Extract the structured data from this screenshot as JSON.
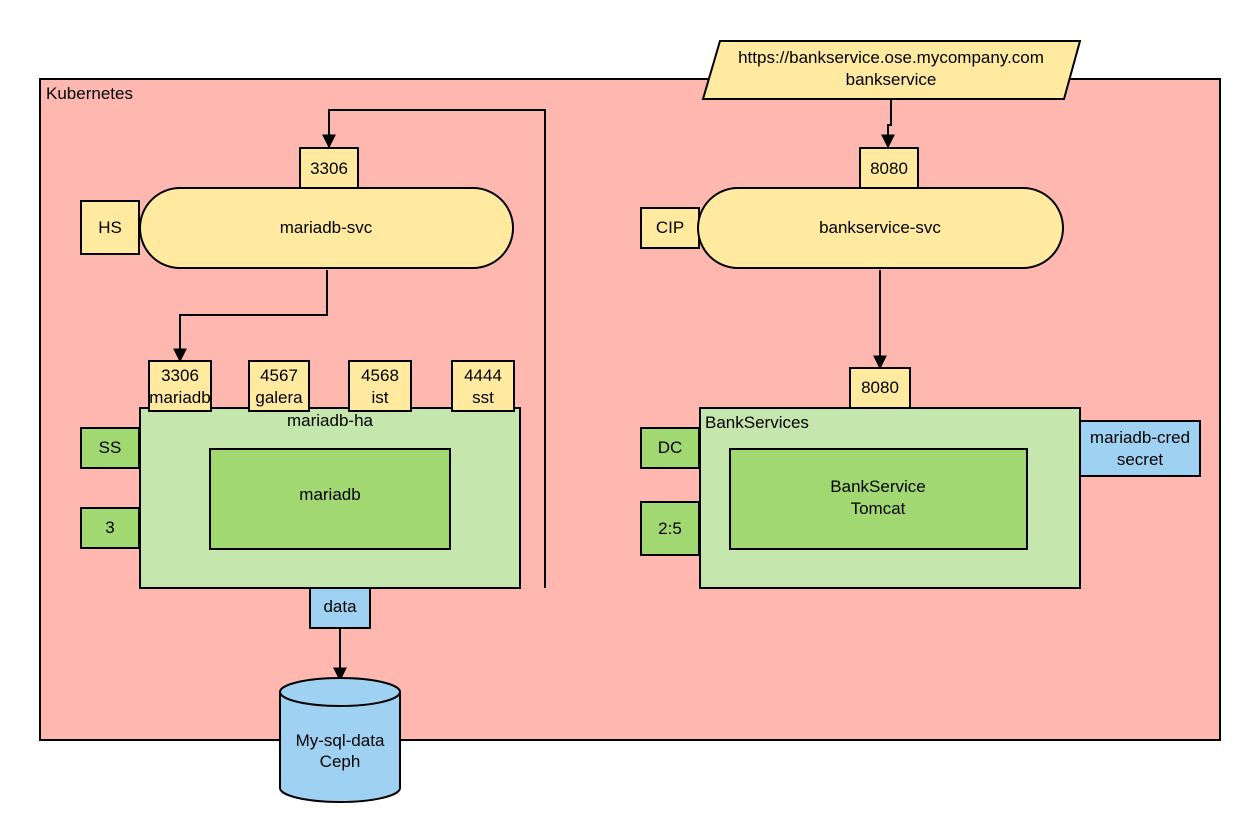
{
  "cluster": {
    "label": "Kubernetes"
  },
  "ingress": {
    "url": "https://bankservice.ose.mycompany.com",
    "name": "bankservice"
  },
  "mariadb_svc": {
    "label": "mariadb-svc",
    "port": "3306",
    "type_badge": "HS"
  },
  "bankservice_svc": {
    "label": "bankservice-svc",
    "port": "8080",
    "type_badge": "CIP"
  },
  "mariadb_ha": {
    "label": "mariadb-ha",
    "container": "mariadb",
    "kind_badge": "SS",
    "replicas_badge": "3",
    "ports": [
      {
        "number": "3306",
        "name": "mariadb"
      },
      {
        "number": "4567",
        "name": "galera"
      },
      {
        "number": "4568",
        "name": "ist"
      },
      {
        "number": "4444",
        "name": "sst"
      }
    ],
    "volume": "data"
  },
  "bankservices": {
    "label": "BankServices",
    "container_line1": "BankService",
    "container_line2": "Tomcat",
    "kind_badge": "DC",
    "replicas_badge": "2:5",
    "port": "8080",
    "secret_line1": "mariadb-cred",
    "secret_line2": "secret"
  },
  "storage": {
    "line1": "My-sql-data",
    "line2": "Ceph"
  },
  "colors": {
    "cluster_bg": "#ffb8b0",
    "service_bg": "#ffeaa0",
    "pod_bg": "#c5e6ac",
    "container_bg": "#a2d872",
    "storage_bg": "#9fd2f2",
    "stroke": "#000000"
  }
}
